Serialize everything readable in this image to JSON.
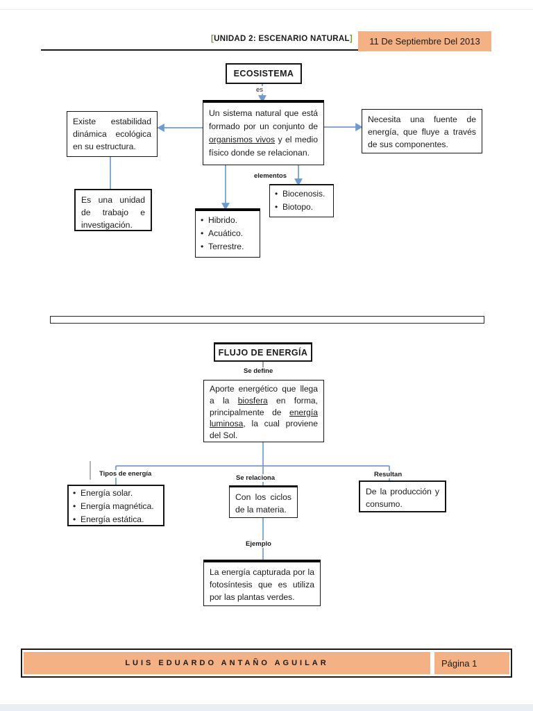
{
  "header": {
    "bracket_open": "[",
    "unit_title": "UNIDAD 2: ESCENARIO NATURAL",
    "bracket_close": "]",
    "date": "11 De Septiembre Del 2013"
  },
  "ecosistema": {
    "title": "ECOSISTEMA",
    "label_es": "es",
    "label_elementos": "elementos",
    "definition": {
      "p1": "Un sistema natural que está formado por un conjunto de ",
      "u1": "organismos vivos",
      "p2": " y el medio físico donde se relacionan."
    },
    "left_box": "Existe estabilidad dinámica ecológica en su estructura.",
    "right_box": "Necesita una fuente de energía, que fluye a través de sus componentes.",
    "unit_box": "Es una unidad de trabajo e investigación.",
    "elementos_items": [
      "Biocenosis.",
      "Biotopo."
    ],
    "tipos_items": [
      "Hibrido.",
      "Acuático.",
      "Terrestre."
    ]
  },
  "flujo": {
    "title": "FLUJO DE ENERGÍA",
    "label_se_define": "Se define",
    "label_tipos": "Tipos de energía",
    "label_se_relaciona": "Se relaciona",
    "label_resultan": "Resultan",
    "label_ejemplo": "Ejemplo",
    "definition": {
      "p1": "Aporte energético que llega a la ",
      "u1": "biosfera",
      "p2": " en forma, principalmente de ",
      "u2": "energía luminosa",
      "p3": ", la cual proviene del Sol."
    },
    "energia_items": [
      "Energía solar.",
      "Energía magnética.",
      "Energía estática."
    ],
    "relacion_box": "Con los ciclos de la materia.",
    "resultan_box": "De la producción y consumo.",
    "ejemplo_box": "La energía capturada por la fotosíntesis que es utiliza por las plantas verdes."
  },
  "footer": {
    "author": "LUIS EDUARDO ANTAÑO AGUILAR",
    "page": "Página 1"
  },
  "colors": {
    "accent_orange": "#F4B183",
    "connector_blue": "#6D9BD1",
    "bracket_green": "#77933C"
  }
}
